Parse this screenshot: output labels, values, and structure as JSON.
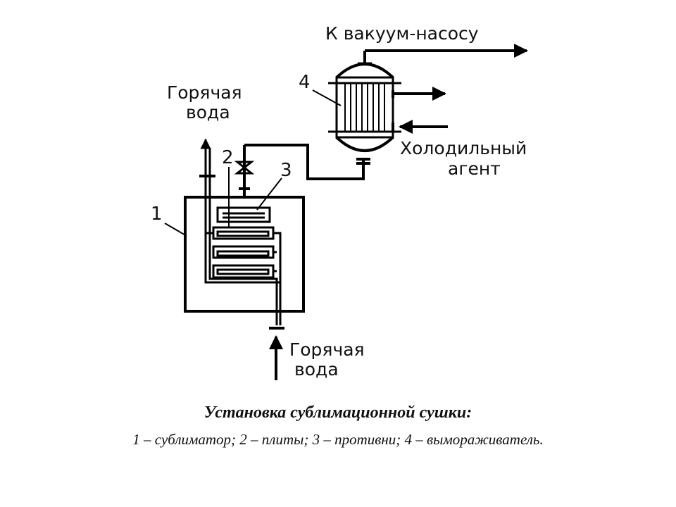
{
  "diagram": {
    "labels": {
      "vacuum_pump": "К вакуум-насосу",
      "hot_water_out_line1": "Горячая",
      "hot_water_out_line2": "вода",
      "hot_water_in_line1": "Горячая",
      "hot_water_in_line2": "вода",
      "coolant_line1": "Холодильный",
      "coolant_line2": "агент"
    },
    "numbers": {
      "sublimator": "1",
      "plates": "2",
      "trays": "3",
      "freezer": "4"
    }
  },
  "caption": {
    "title": "Установка сублимационной сушки:",
    "legend": "1 – сублиматор; 2 – плиты; 3 – противни;  4 – вымораживатель."
  }
}
